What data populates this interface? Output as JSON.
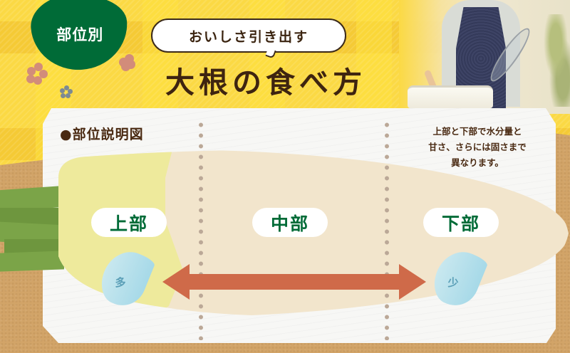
{
  "header": {
    "category_badge": "部位別",
    "speech_bubble": "おいしさ引き出す",
    "title": "大根の食べ方"
  },
  "diagram": {
    "section_title": "●部位説明図",
    "note_lines": [
      "上部と下部で水分量と",
      "甘さ、さらには固さまで",
      "異なります。"
    ],
    "parts": [
      {
        "label": "上部",
        "moisture": "多"
      },
      {
        "label": "中部"
      },
      {
        "label": "下部",
        "moisture": "少"
      }
    ]
  },
  "colors": {
    "brand_green": "#006b37",
    "title_brown": "#3e2410",
    "background_yellow": "#fbd944",
    "cork": "#d2a468",
    "radish_top": "#eeea9c",
    "radish_body": "#f2e5cc",
    "arrow": "#cf6a49",
    "water_drop": "#a6d9e8",
    "leaf_green": "#7ba448"
  }
}
